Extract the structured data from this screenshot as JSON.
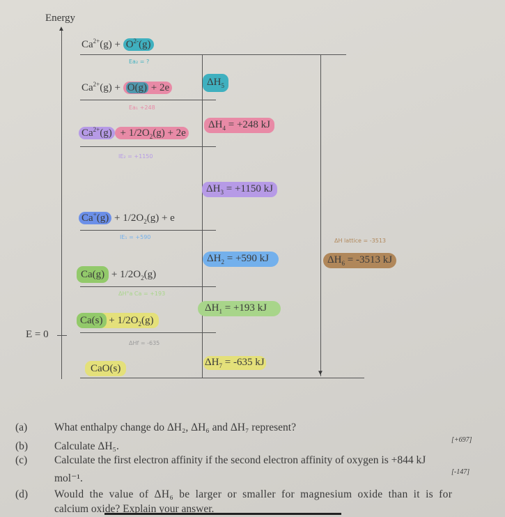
{
  "axis": {
    "label": "Energy",
    "zero_label": "E = 0"
  },
  "levels": {
    "l1": {
      "a": "Ca",
      "a_sup": "2+",
      "a_s": "(g) + ",
      "b": "O",
      "b_sup": "2-",
      "b_s": "(g)"
    },
    "l2": {
      "a": "Ca",
      "a_sup": "2+",
      "a_s": "(g) + ",
      "b": "O(g)",
      "c": " + 2e"
    },
    "l3": {
      "a": "Ca",
      "a_sup": "2+",
      "a_s": "(g)",
      "b": " + 1/2O",
      "b_sub": "2",
      "b_s": "(g) + 2e"
    },
    "l4": {
      "a": "Ca",
      "a_sup": "+",
      "a_s": "(g)",
      "b": " + 1/2O",
      "b_sub": "2",
      "b_s": "(g) + e"
    },
    "l5": {
      "a": "Ca(g)",
      "b": " + 1/2O",
      "b_sub": "2",
      "b_s": "(g)"
    },
    "l6": {
      "a": "Ca(s)",
      "b": " + 1/2O",
      "b_sub": "2",
      "b_s": "(g)"
    },
    "l7": {
      "a": "CaO(s)"
    }
  },
  "notes": {
    "ea2": "Ea₂ = ?",
    "ea1": "Ea₁ +248",
    "ie2": "IE₂ = +1150",
    "ie1": "IE₁ = +590",
    "atom": "ΔH°a Ca = +193",
    "form": "ΔHf = -635",
    "lattice": "ΔH lattice = -3513"
  },
  "changes": {
    "h5": {
      "d": "ΔH",
      "s": "5",
      "v": ""
    },
    "h4": {
      "d": "ΔH",
      "s": "4",
      "v": " = +248 kJ"
    },
    "h3": {
      "d": "ΔH",
      "s": "3",
      "v": " = +1150 kJ"
    },
    "h2": {
      "d": "ΔH",
      "s": "2",
      "v": " = +590 kJ"
    },
    "h6": {
      "d": "ΔH",
      "s": "6",
      "v": " = -3513 kJ"
    },
    "h1": {
      "d": "ΔH",
      "s": "1",
      "v": " = +193 kJ"
    },
    "h7": {
      "d": "ΔH",
      "s": "7",
      "v": " = -635 kJ"
    }
  },
  "questions": [
    {
      "label": "(a)",
      "text": "What enthalpy change do ΔH₂, ΔH₆ and ΔH₇ represent?"
    },
    {
      "label": "(b)",
      "text": "Calculate ΔH₅.",
      "answer": "[+697]"
    },
    {
      "label": "(c)",
      "text": "Calculate the first electron affinity if the second electron affinity of oxygen is +844 kJ",
      "text2": "mol⁻¹.",
      "answer": "[-147]"
    },
    {
      "label": "(d)",
      "text": "Would the value of ΔH₆ be larger or smaller for magnesium oxide than it is for",
      "text2": "calcium oxide? Explain your answer."
    }
  ],
  "colors": {
    "teal": "#3fb0bf",
    "pink": "#e88aa6",
    "purple": "#b69ae6",
    "blue": "#6b8fe8",
    "lightblue": "#73b0ec",
    "green": "#92c96a",
    "yellow": "#e4e07a",
    "brown": "#b0875a"
  }
}
